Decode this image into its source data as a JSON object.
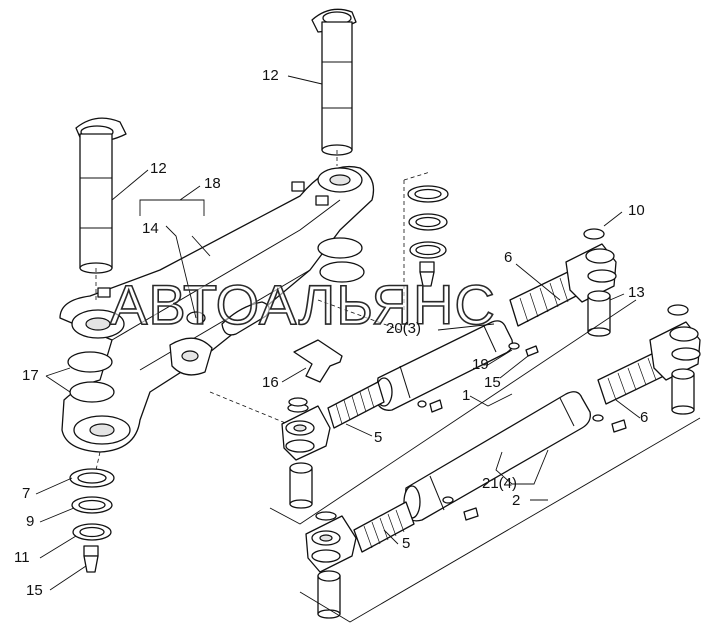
{
  "callouts": [
    {
      "label": "12"
    },
    {
      "label": "12"
    },
    {
      "label": "18"
    },
    {
      "label": "14"
    },
    {
      "label": "10"
    },
    {
      "label": "6"
    },
    {
      "label": "13"
    },
    {
      "label": "20(3)"
    },
    {
      "label": "19"
    },
    {
      "label": "15"
    },
    {
      "label": "17"
    },
    {
      "label": "16"
    },
    {
      "label": "1"
    },
    {
      "label": "6"
    },
    {
      "label": "5"
    },
    {
      "label": "21(4)"
    },
    {
      "label": "2"
    },
    {
      "label": "7"
    },
    {
      "label": "9"
    },
    {
      "label": "5"
    },
    {
      "label": "11"
    },
    {
      "label": "15"
    }
  ],
  "watermark": "АВТОАЛЬЯНС",
  "colors": {
    "line": "#111111",
    "background": "#ffffff"
  }
}
